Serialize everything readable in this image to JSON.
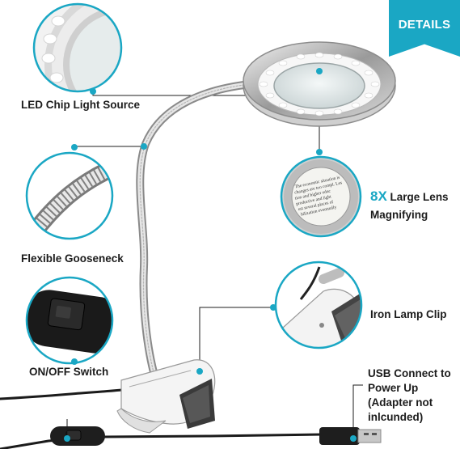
{
  "badge": {
    "label": "DETAILS"
  },
  "colors": {
    "accent": "#1aa7c4",
    "text": "#1c1c1c",
    "background": "#ffffff"
  },
  "callouts": {
    "led": {
      "label": "LED Chip Light Source"
    },
    "lens": {
      "highlight": "8X",
      "label_rest": " Large Lens",
      "label_line2": "Magnifying"
    },
    "gooseneck": {
      "label": "Flexible Gooseneck"
    },
    "clip": {
      "label": "Iron Lamp Clip"
    },
    "switch": {
      "label": "ON/OFF Switch"
    },
    "usb": {
      "line1": "USB Connect to",
      "line2": "Power Up",
      "line3": "(Adapter not",
      "line4": "inlcunded)"
    }
  },
  "lens_text": {
    "line1": "The economic situation is",
    "line2": "changes are too compl. Les",
    "line3": "tion and higher educ",
    "line4": "productive and light",
    "line5": "ost several places of",
    "line6": "bilization eventually"
  }
}
